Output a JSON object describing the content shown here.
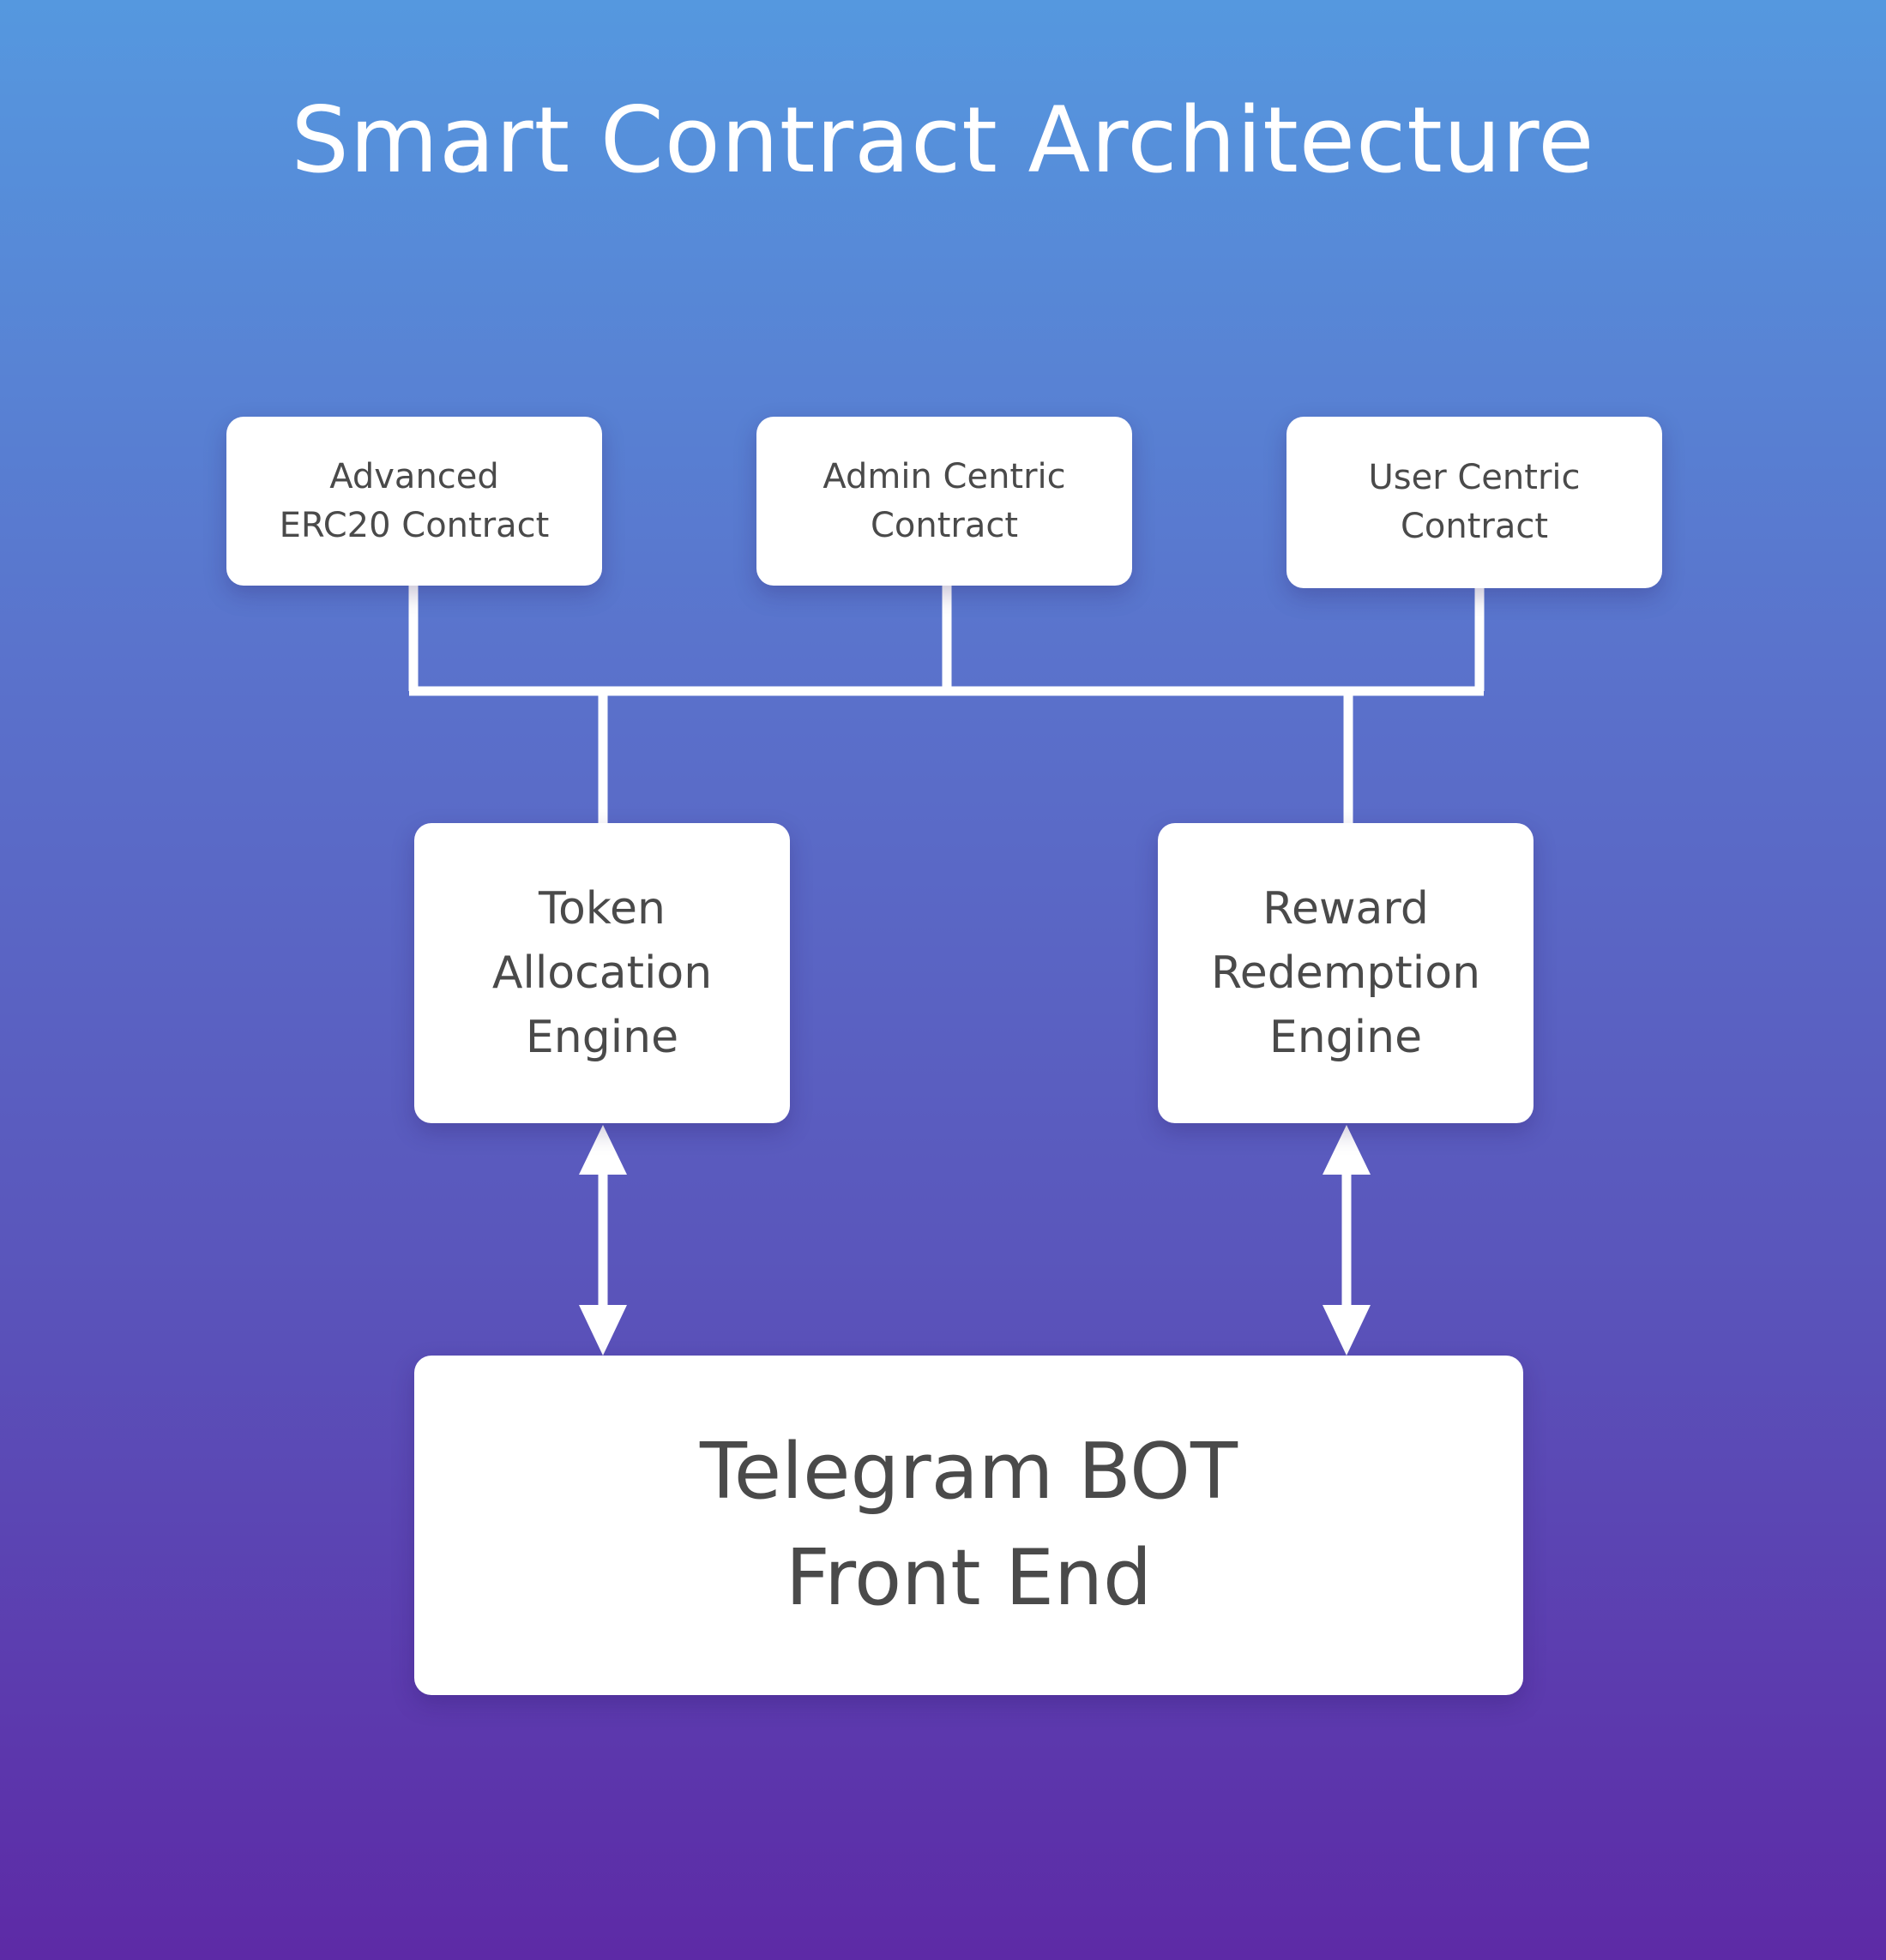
{
  "title": "Smart Contract Architecture",
  "boxes": {
    "erc20": "Advanced\nERC20 Contract",
    "admin": "Admin Centric\nContract",
    "user": "User Centric\nContract",
    "token_engine": "Token\nAllocation\nEngine",
    "reward_engine": "Reward\nRedemption\nEngine",
    "telegram": "Telegram BOT\nFront End"
  },
  "colors": {
    "gradient_top": "#5598df",
    "gradient_bottom": "#5d2aa6",
    "box_fill": "#ffffff",
    "box_text": "#4a4a4a",
    "line": "#ffffff"
  }
}
